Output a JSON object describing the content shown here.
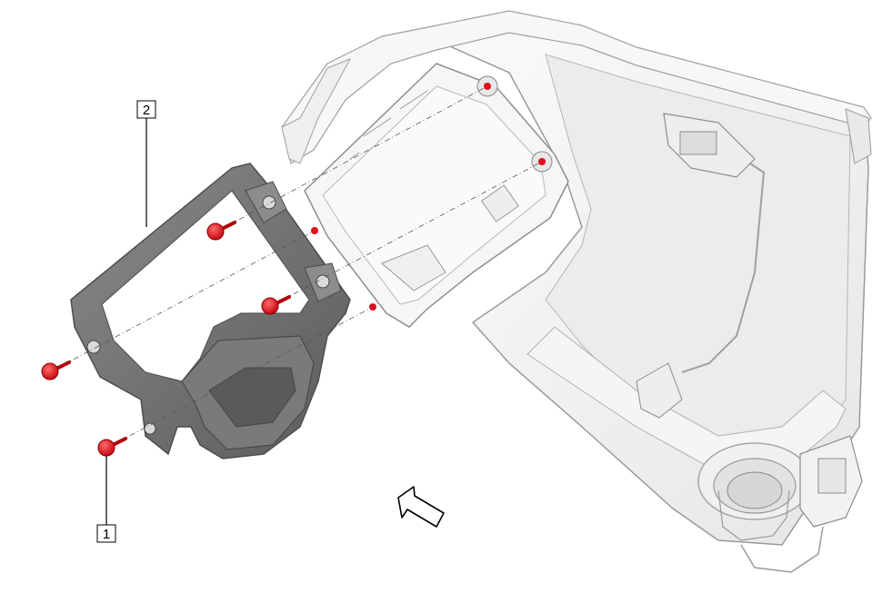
{
  "callouts": [
    {
      "id": "1",
      "label": "1"
    },
    {
      "id": "2",
      "label": "2"
    }
  ],
  "colors": {
    "screw": "#e0101a",
    "bracket": "#6e6e6e",
    "housing": "#f2f2f2",
    "outline": "#9a9a9a"
  },
  "icons": {
    "direction": "view-direction-arrow-icon"
  }
}
